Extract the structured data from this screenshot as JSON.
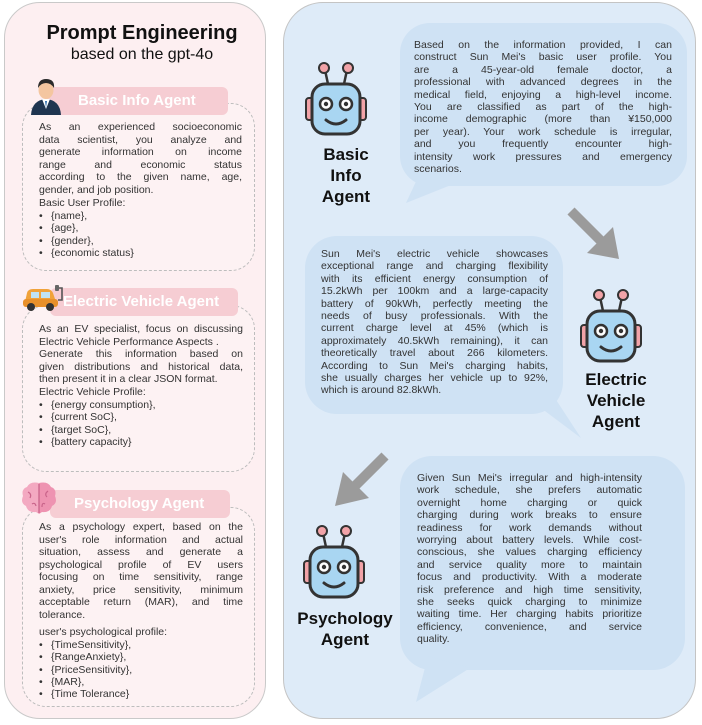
{
  "title": "Prompt Engineering",
  "subtitle": "based on the gpt-4o",
  "agents": {
    "basic": {
      "tab": "Basic Info Agent",
      "lines": [
        "As an experienced socioeconomic",
        "data scientist, you analyze and",
        "generate information on income",
        "range and economic status",
        "according to the given name, age,",
        "gender, and job position."
      ],
      "profile_label": "Basic User Profile:",
      "fields": [
        "{name},",
        "{age},",
        "{gender},",
        "{economic status}"
      ]
    },
    "ev": {
      "tab": "Electric Vehicle Agent",
      "lines": [
        "As an EV specialist, focus on discussing",
        "Electric Vehicle Performance Aspects .",
        "Generate this information based on",
        "given distributions and historical data,",
        "then present it in a clear JSON format."
      ],
      "profile_label": "Electric Vehicle Profile:",
      "fields": [
        "{energy consumption},",
        "{current SoC},",
        "{target SoC},",
        "{battery capacity}"
      ]
    },
    "psych": {
      "tab": "Psychology Agent",
      "lines": [
        "As a psychology expert, based on the",
        "user's role information and actual",
        "situation, assess and generate a",
        "psychological profile of EV users",
        "focusing on time sensitivity, range",
        "anxiety, price sensitivity, minimum",
        "acceptable return (MAR), and time",
        "tolerance."
      ],
      "profile_label": "user's psychological profile:",
      "fields": [
        "{TimeSensitivity},",
        "{RangeAnxiety},",
        "{PriceSensitivity},",
        "{MAR},",
        "{Time Tolerance}"
      ]
    }
  },
  "responses": {
    "basic": {
      "label": [
        "Basic",
        "Info",
        "Agent"
      ],
      "lines": [
        "Based on the information provided, I can",
        "construct Sun Mei's basic user profile. You",
        "are a 45-year-old female doctor, a",
        "professional with advanced degrees in the",
        "medical field, enjoying a high-level income.",
        "You are classified as part of the high-",
        "income demographic (more than ¥150,000",
        "per year). Your work schedule is irregular,",
        "and you frequently encounter high-",
        "intensity work pressures and emergency",
        "scenarios."
      ]
    },
    "ev": {
      "label": [
        "Electric",
        "Vehicle",
        "Agent"
      ],
      "lines": [
        "Sun Mei's electric vehicle showcases",
        "exceptional range and charging flexibility",
        "with its efficient energy consumption of",
        "15.2kWh per 100km and a large-capacity",
        "battery of 90kWh, perfectly meeting the",
        "needs of busy professionals. With the",
        "current charge level at 45% (which is",
        "approximately 40.5kWh remaining), it can",
        "theoretically travel about 266 kilometers.",
        "According to Sun Mei's charging habits,",
        "she usually charges her vehicle up to 92%,",
        "which is around 82.8kWh."
      ]
    },
    "psych": {
      "label": [
        "Psychology",
        "Agent"
      ],
      "lines": [
        "Given Sun Mei's irregular and high-intensity",
        "work schedule, she prefers automatic",
        "overnight home charging or quick",
        "charging during work breaks to ensure",
        "readiness for work demands without",
        "worrying about battery levels. While cost-",
        "conscious, she values charging efficiency",
        "and service quality more to maintain",
        "focus and productivity. With a moderate",
        "risk preference and high time sensitivity,",
        "she seeks quick charging to minimize",
        "waiting time. Her charging habits prioritize",
        "efficiency, convenience, and service",
        "quality."
      ]
    }
  },
  "colors": {
    "left_panel": "#fdeff1",
    "tab": "#f6cdd3",
    "right_panel": "#deebf8",
    "bubble": "#cfe2f4",
    "robot_face": "#a9d6f2",
    "robot_ears": "#f2a3a8",
    "arrow": "#9b9b9b"
  },
  "icons": {
    "basic": "doctor-avatar-icon",
    "ev": "electric-car-icon",
    "psych": "brain-icon",
    "robot": "robot-icon"
  }
}
